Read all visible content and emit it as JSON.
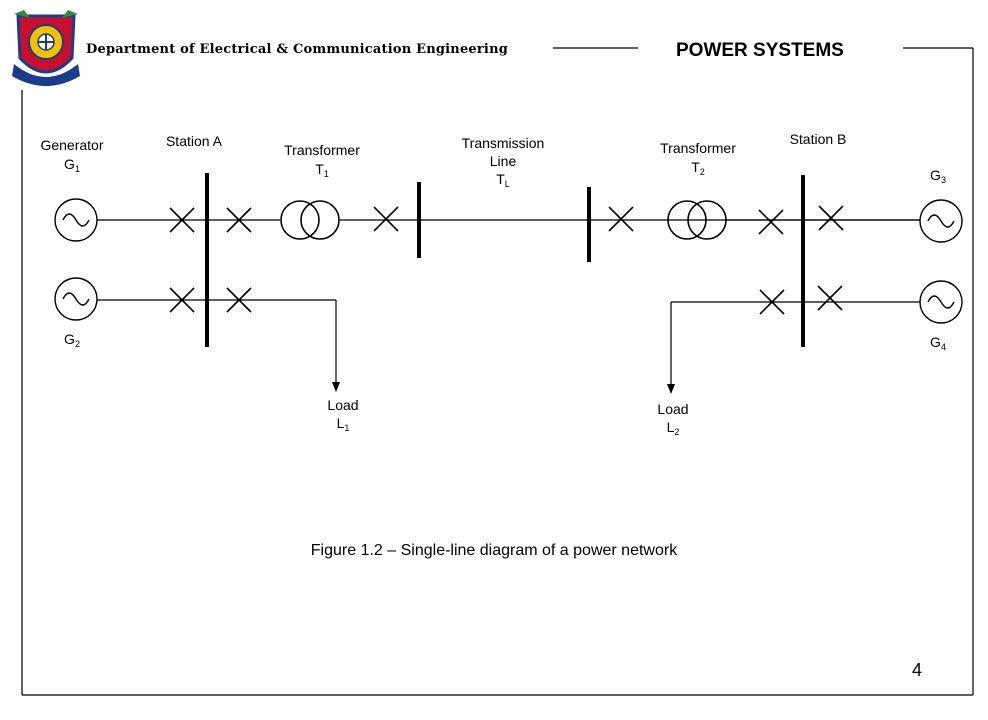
{
  "header": {
    "department": "Department of Electrical & Communication Engineering",
    "course": "POWER SYSTEMS"
  },
  "logo": {
    "icon": "institution-crest-icon"
  },
  "diagram": {
    "generator_label": "Generator",
    "g1": {
      "base": "G",
      "sub": "1"
    },
    "g2": {
      "base": "G",
      "sub": "2"
    },
    "g3": {
      "base": "G",
      "sub": "3"
    },
    "g4": {
      "base": "G",
      "sub": "4"
    },
    "station_a": "Station A",
    "station_b": "Station B",
    "transformer1": {
      "label": "Transformer",
      "base": "T",
      "sub": "1"
    },
    "transformer2": {
      "label": "Transformer",
      "base": "T",
      "sub": "2"
    },
    "line": {
      "label1": "Transmission",
      "label2": "Line",
      "base": "T",
      "sub": "L"
    },
    "load1": {
      "label": "Load",
      "base": "L",
      "sub": "1"
    },
    "load2": {
      "label": "Load",
      "base": "L",
      "sub": "2"
    }
  },
  "caption": "Figure 1.2 – Single-line diagram of a power network",
  "page_number": "4",
  "colors": {
    "ink": "#000000",
    "background": "#ffffff"
  }
}
